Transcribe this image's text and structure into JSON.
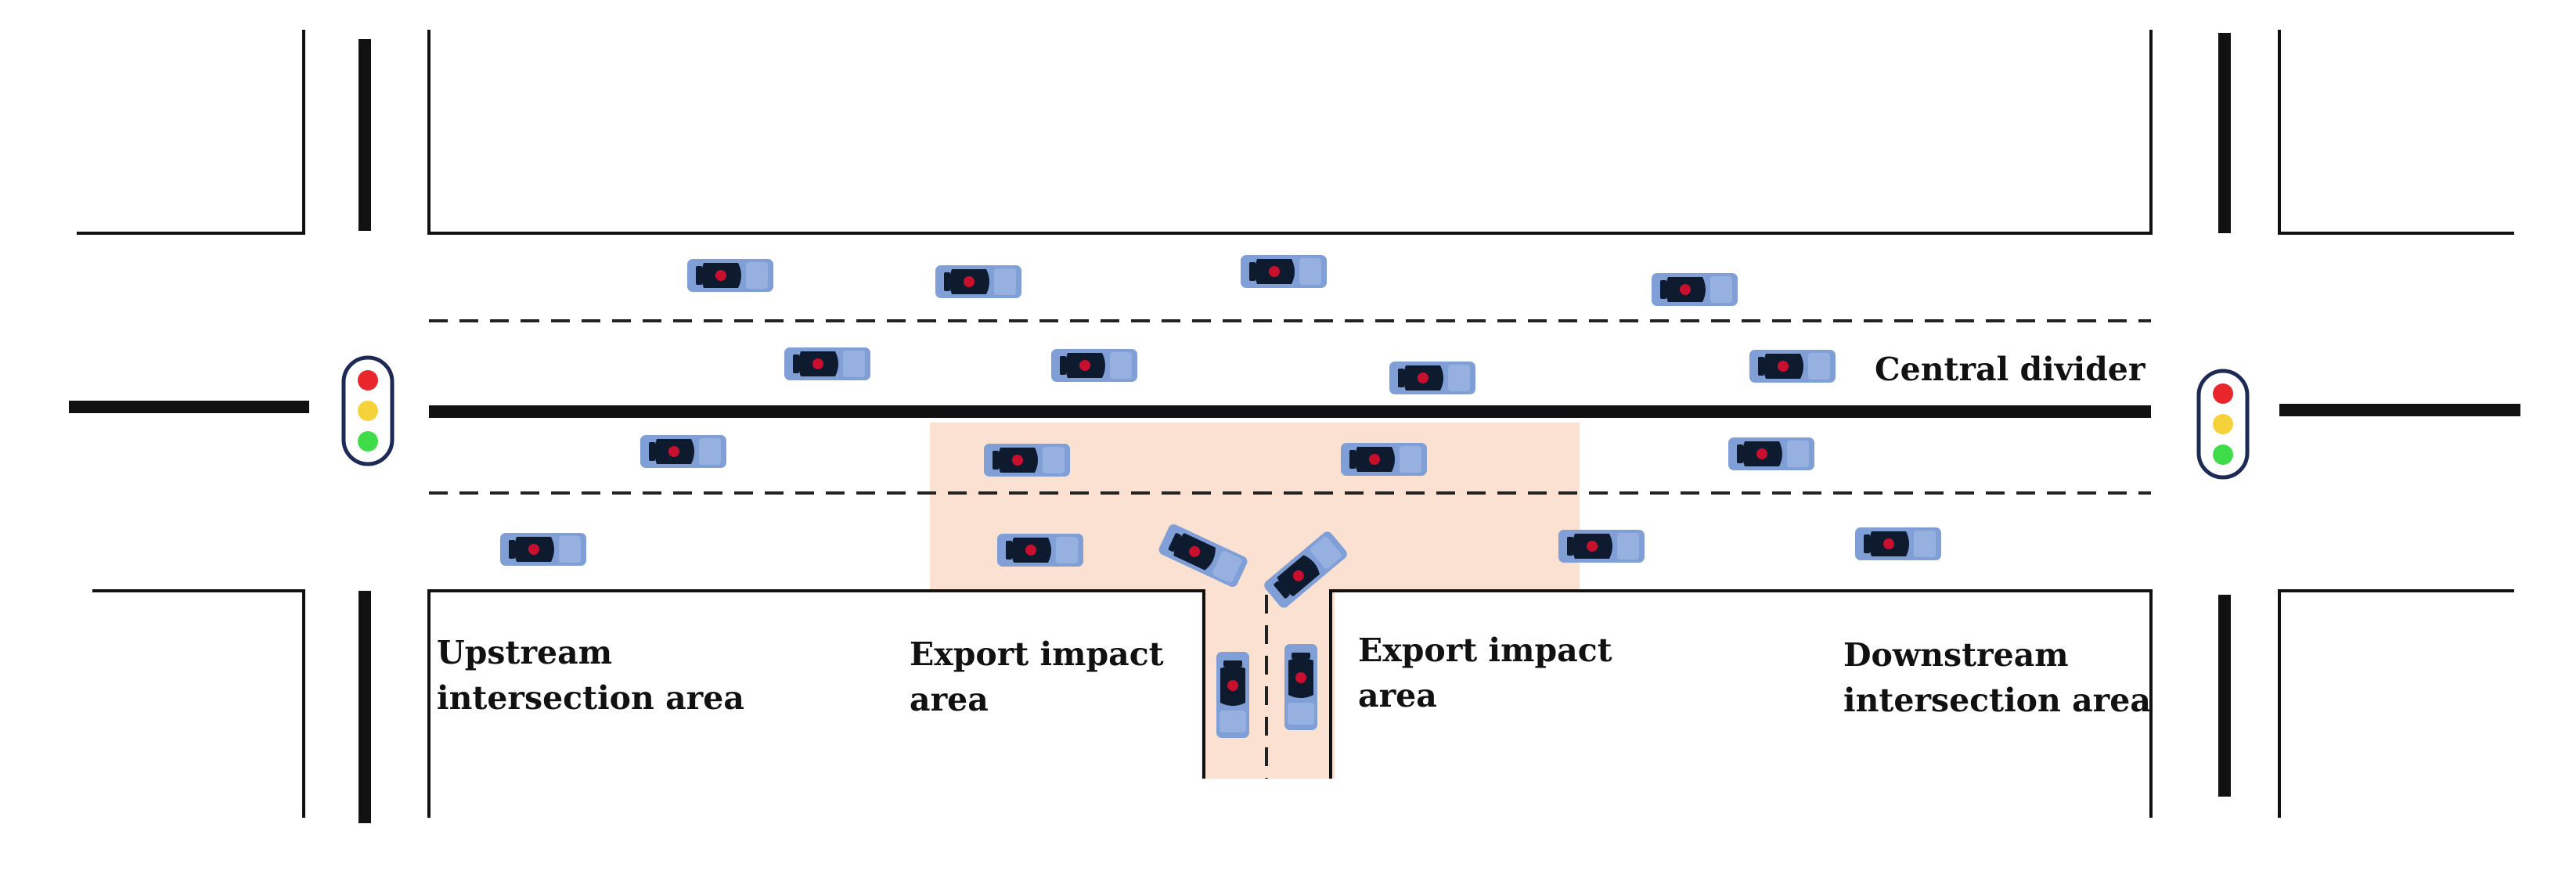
{
  "labels": {
    "central_divider": "Central divider",
    "upstream_line1": "Upstream",
    "upstream_line2": "intersection area",
    "export_left_line1": "Export impact",
    "export_left_line2": "area",
    "export_right_line1": "Export impact",
    "export_right_line2": "area",
    "downstream_line1": "Downstream",
    "downstream_line2": "intersection area"
  },
  "colors": {
    "road_line": "#111111",
    "impact_area": "#fbe1d1",
    "car_body": "#7f9fd6",
    "car_cabin": "#0e1a2e",
    "car_dot": "#c8102e",
    "signal_red": "#e8262b",
    "signal_yellow": "#f5d23a",
    "signal_green": "#3fdc4a",
    "signal_frame": "#1d2a55"
  },
  "icons": {
    "car": "car-icon",
    "traffic_light": "traffic-light-icon"
  }
}
